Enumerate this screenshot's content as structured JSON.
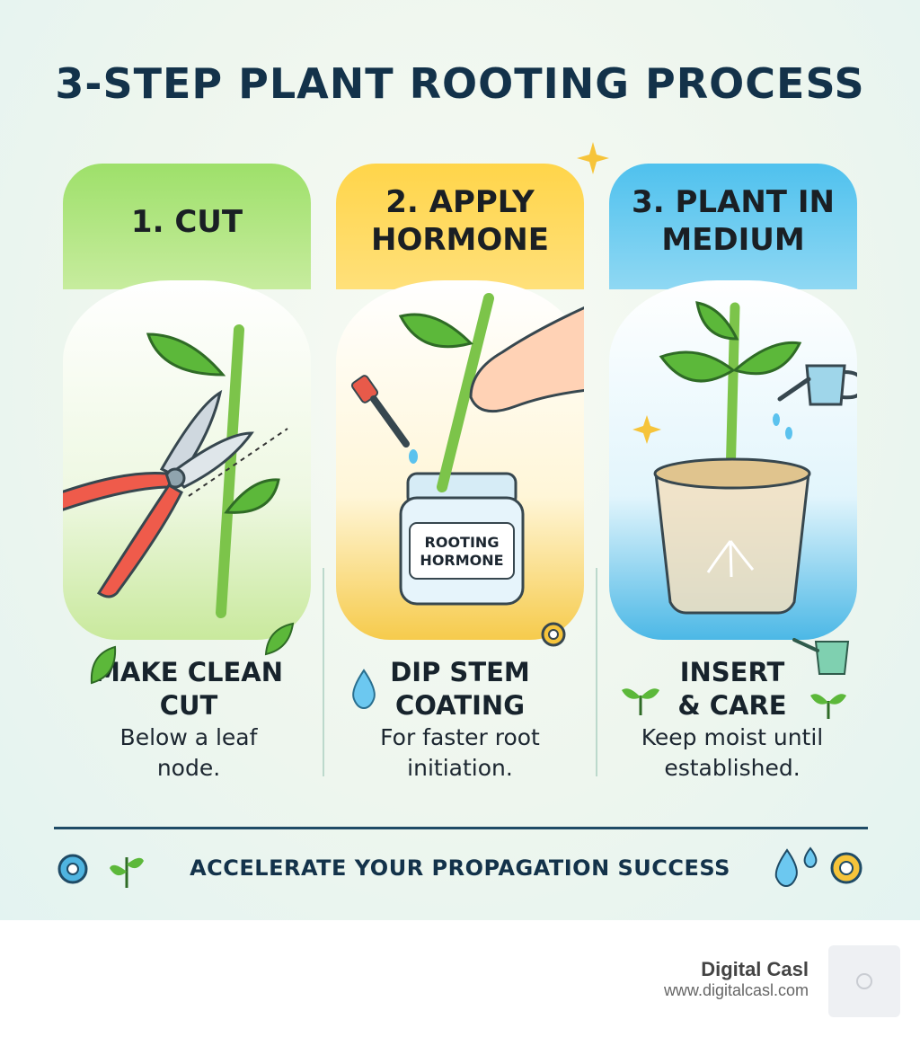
{
  "title": "3-STEP PLANT ROOTING PROCESS",
  "steps": [
    {
      "heading": "1. CUT",
      "action": "MAKE CLEAN CUT",
      "desc": "Below a leaf node.",
      "color": "#8fd45a"
    },
    {
      "heading": "2. APPLY HORMONE",
      "action": "DIP STEM COATING",
      "desc": "For faster root initiation.",
      "color": "#f8c93a",
      "jar_label": "ROOTING HORMONE"
    },
    {
      "heading": "3. PLANT IN MEDIUM",
      "action": "INSERT & CARE",
      "desc": "Keep moist until established.",
      "color": "#3cb6e6"
    }
  ],
  "tagline": "ACCELERATE YOUR PROPAGATION SUCCESS",
  "footer": {
    "name": "Digital Casl",
    "url": "www.digitalcasl.com"
  }
}
